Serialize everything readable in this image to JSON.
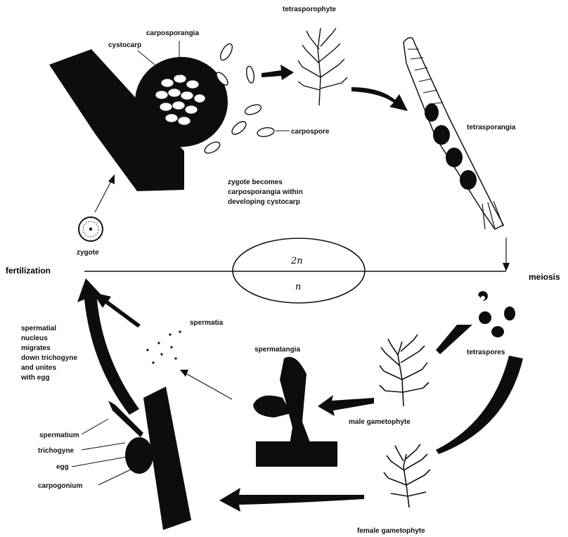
{
  "diagram": {
    "labels": {
      "tetrasporophyte": "tetrasporophyte",
      "carposporangia": "carposporangia",
      "cystocarp": "cystocarp",
      "carpospore": "carpospore",
      "tetrasporangia": "tetrasporangia",
      "zygote_line1": "zygote becomes",
      "zygote_line2": "carposporangia within",
      "zygote_line3": "developing cystocarp",
      "zygote": "zygote",
      "fertilization": "fertilization",
      "meiosis": "meiosis",
      "ploidy_2n": "2n",
      "ploidy_n": "n",
      "spermatia": "spermatia",
      "spermatangia": "spermatangia",
      "tetraspores": "tetraspores",
      "male_gametophyte": "male gametophyte",
      "female_gametophyte": "female gametophyte",
      "spermatium": "spermatium",
      "trichogyne": "trichogyne",
      "egg": "egg",
      "carpogonium": "carpogonium",
      "spermatial_notes": [
        "spermatial",
        "nucleus",
        "migrates",
        "down trichogyne",
        "and unites",
        "with egg"
      ]
    }
  }
}
